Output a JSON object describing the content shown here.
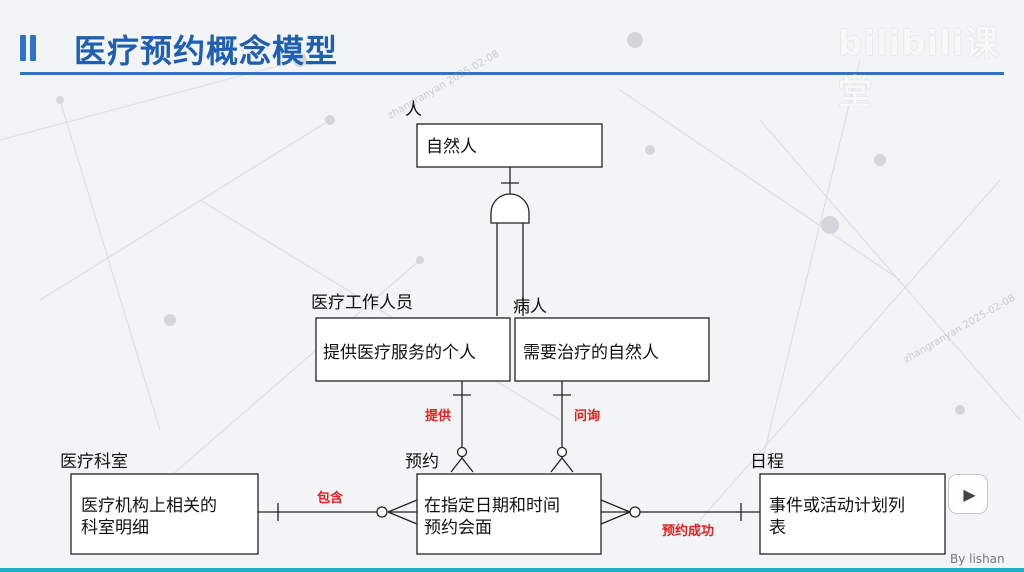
{
  "title": "医疗预约概念模型",
  "logo_text": "bilibili课堂",
  "watermark_text": "zhangranyan 2025-02-08",
  "byline": "By lishan",
  "colors": {
    "accent": "#2f73c8",
    "title": "#1f5fb2",
    "relation_label": "#e02020",
    "line": "#222222"
  },
  "entities": {
    "person": {
      "name": "人",
      "description": "自然人"
    },
    "staff": {
      "name": "医疗工作人员",
      "description": "提供医疗服务的个人"
    },
    "patient": {
      "name": "病人",
      "description": "需要治疗的自然人"
    },
    "dept": {
      "name": "医疗科室",
      "description": [
        "医疗机构上相关的",
        "科室明细"
      ]
    },
    "appt": {
      "name": "预约",
      "description": [
        "在指定日期和时间",
        "预约会面"
      ]
    },
    "sched": {
      "name": "日程",
      "description": [
        "事件或活动计划列",
        "表"
      ]
    }
  },
  "relations": {
    "provide": "提供",
    "inquire": "问询",
    "contain": "包含",
    "booked": "预约成功"
  },
  "icons": {
    "play": "play-icon",
    "title_mark": "title-bars-icon"
  }
}
